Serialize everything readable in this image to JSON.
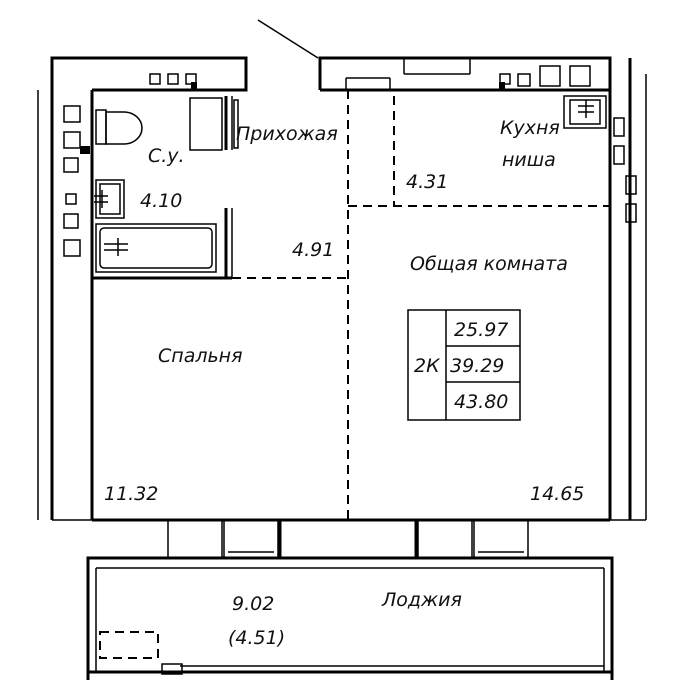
{
  "rooms": {
    "hallway": {
      "name": "Прихожая",
      "area": "4.91"
    },
    "bathroom": {
      "name": "С.у.",
      "area": "4.10"
    },
    "kitchen": {
      "name_line1": "Кухня",
      "name_line2": "ниша",
      "area": "4.31"
    },
    "living": {
      "name": "Общая комната",
      "area": "14.65"
    },
    "bedroom": {
      "name": "Спальня",
      "area": "11.32"
    },
    "loggia": {
      "name": "Лоджия",
      "area": "9.02",
      "area_reduced": "(4.51)"
    }
  },
  "summary": {
    "type": "2К",
    "living_area": "25.97",
    "total_area": "39.29",
    "total_with_loggia": "43.80"
  }
}
